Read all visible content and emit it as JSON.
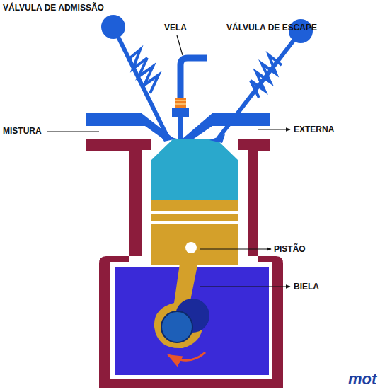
{
  "diagram": {
    "labels": [
      "VÁLVULA DE ADMISSÃO",
      "VELA",
      "VÁLVULA DE ESCAPE",
      "MISTURA",
      "EXTERNA",
      "PISTÃO",
      "BIELA",
      "mot"
    ]
  }
}
